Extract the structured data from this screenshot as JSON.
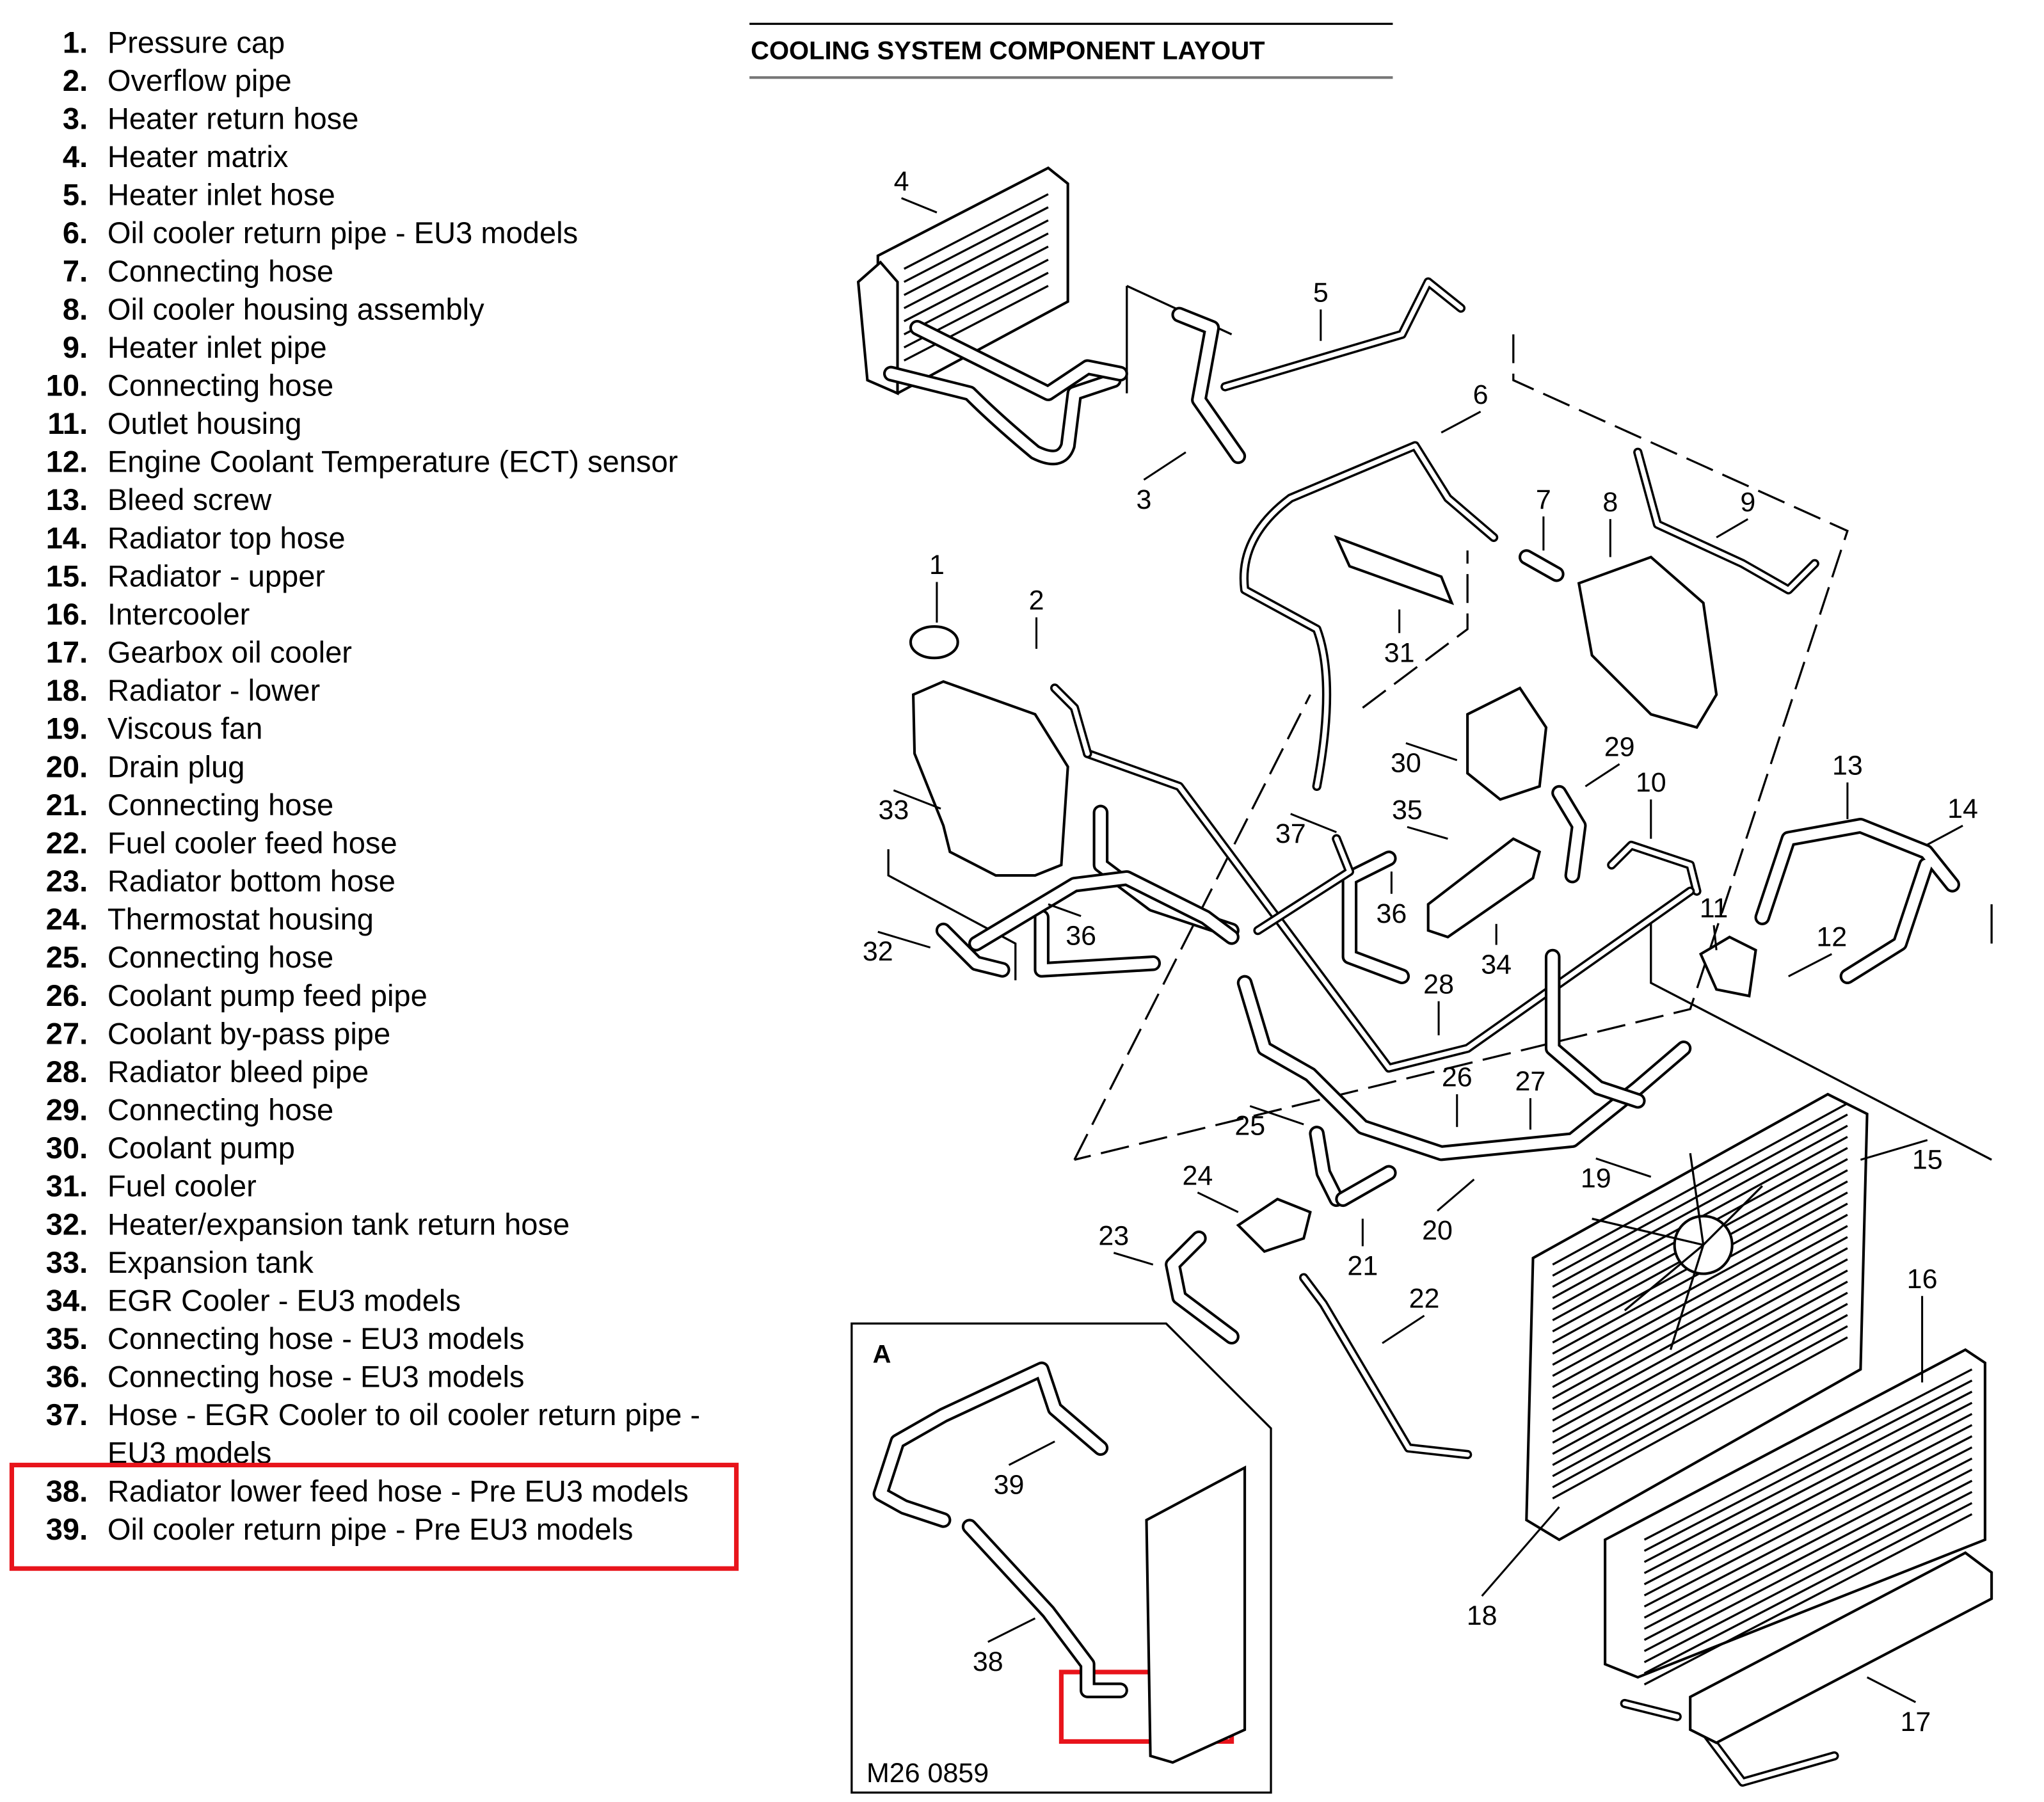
{
  "title": "COOLING SYSTEM COMPONENT LAYOUT",
  "legend": [
    {
      "num": "1.",
      "label": "Pressure cap"
    },
    {
      "num": "2.",
      "label": "Overflow pipe"
    },
    {
      "num": "3.",
      "label": "Heater return hose"
    },
    {
      "num": "4.",
      "label": "Heater matrix"
    },
    {
      "num": "5.",
      "label": "Heater inlet hose"
    },
    {
      "num": "6.",
      "label": "Oil cooler return pipe - EU3 models"
    },
    {
      "num": "7.",
      "label": "Connecting hose"
    },
    {
      "num": "8.",
      "label": "Oil cooler housing assembly"
    },
    {
      "num": "9.",
      "label": "Heater inlet pipe"
    },
    {
      "num": "10.",
      "label": "Connecting hose"
    },
    {
      "num": "11.",
      "label": "Outlet housing"
    },
    {
      "num": "12.",
      "label": "Engine Coolant Temperature (ECT) sensor"
    },
    {
      "num": "13.",
      "label": "Bleed screw"
    },
    {
      "num": "14.",
      "label": "Radiator top hose"
    },
    {
      "num": "15.",
      "label": "Radiator - upper"
    },
    {
      "num": "16.",
      "label": "Intercooler"
    },
    {
      "num": "17.",
      "label": "Gearbox oil cooler"
    },
    {
      "num": "18.",
      "label": "Radiator - lower"
    },
    {
      "num": "19.",
      "label": "Viscous fan"
    },
    {
      "num": "20.",
      "label": "Drain plug"
    },
    {
      "num": "21.",
      "label": "Connecting hose"
    },
    {
      "num": "22.",
      "label": "Fuel cooler feed hose"
    },
    {
      "num": "23.",
      "label": "Radiator bottom hose"
    },
    {
      "num": "24.",
      "label": "Thermostat housing"
    },
    {
      "num": "25.",
      "label": "Connecting hose"
    },
    {
      "num": "26.",
      "label": "Coolant pump feed pipe"
    },
    {
      "num": "27.",
      "label": "Coolant by-pass pipe"
    },
    {
      "num": "28.",
      "label": "Radiator bleed pipe"
    },
    {
      "num": "29.",
      "label": "Connecting hose"
    },
    {
      "num": "30.",
      "label": "Coolant pump"
    },
    {
      "num": "31.",
      "label": "Fuel cooler"
    },
    {
      "num": "32.",
      "label": "Heater/expansion tank return hose"
    },
    {
      "num": "33.",
      "label": "Expansion tank"
    },
    {
      "num": "34.",
      "label": "EGR Cooler - EU3 models"
    },
    {
      "num": "35.",
      "label": "Connecting hose - EU3 models"
    },
    {
      "num": "36.",
      "label": "Connecting hose - EU3 models"
    },
    {
      "num": "37.",
      "label": "Hose - EGR Cooler to oil cooler return pipe -",
      "label2": "EU3 models"
    },
    {
      "num": "38.",
      "label": "Radiator lower feed hose - Pre EU3 models"
    },
    {
      "num": "39.",
      "label": "Oil cooler return pipe - Pre EU3 models"
    }
  ],
  "callouts": [
    "1",
    "2",
    "3",
    "4",
    "5",
    "6",
    "7",
    "8",
    "9",
    "10",
    "11",
    "12",
    "13",
    "14",
    "15",
    "16",
    "17",
    "18",
    "19",
    "20",
    "21",
    "22",
    "23",
    "24",
    "25",
    "26",
    "27",
    "28",
    "29",
    "30",
    "31",
    "32",
    "33",
    "34",
    "35",
    "36",
    "36",
    "37",
    "38",
    "39"
  ],
  "inset": {
    "label": "A",
    "figure_code": "M26 0859"
  },
  "colors": {
    "highlight": "#e8141b"
  }
}
